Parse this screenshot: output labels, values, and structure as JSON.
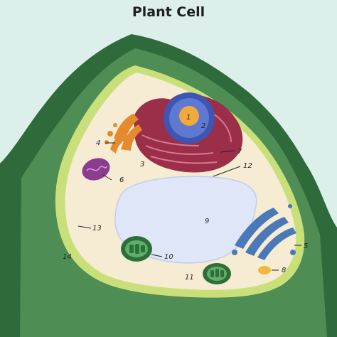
{
  "title": "Plant Cell",
  "labels": [
    "1",
    "2",
    "3",
    "4",
    "5",
    "6",
    "7",
    "8",
    "9",
    "10",
    "11",
    "12",
    "13",
    "14"
  ],
  "colors": {
    "background": "#dcefeb",
    "cell_wall": "#2f6b3a",
    "cell_wall_light": "#4e8d54",
    "membrane": "#c9e07a",
    "cytoplasm": "#f5ecd3",
    "vacuole": "#dfe6f7",
    "nucleus": "#3d55b3",
    "nucleolus": "#f2a93b",
    "er": "#9b2f4a",
    "golgi": "#e68a2e",
    "mitochondria": "#8a3d8f",
    "chloroplast": "#2e6e3a",
    "golgi_blue": "#4a78b8",
    "body_8": "#f0b93a"
  }
}
